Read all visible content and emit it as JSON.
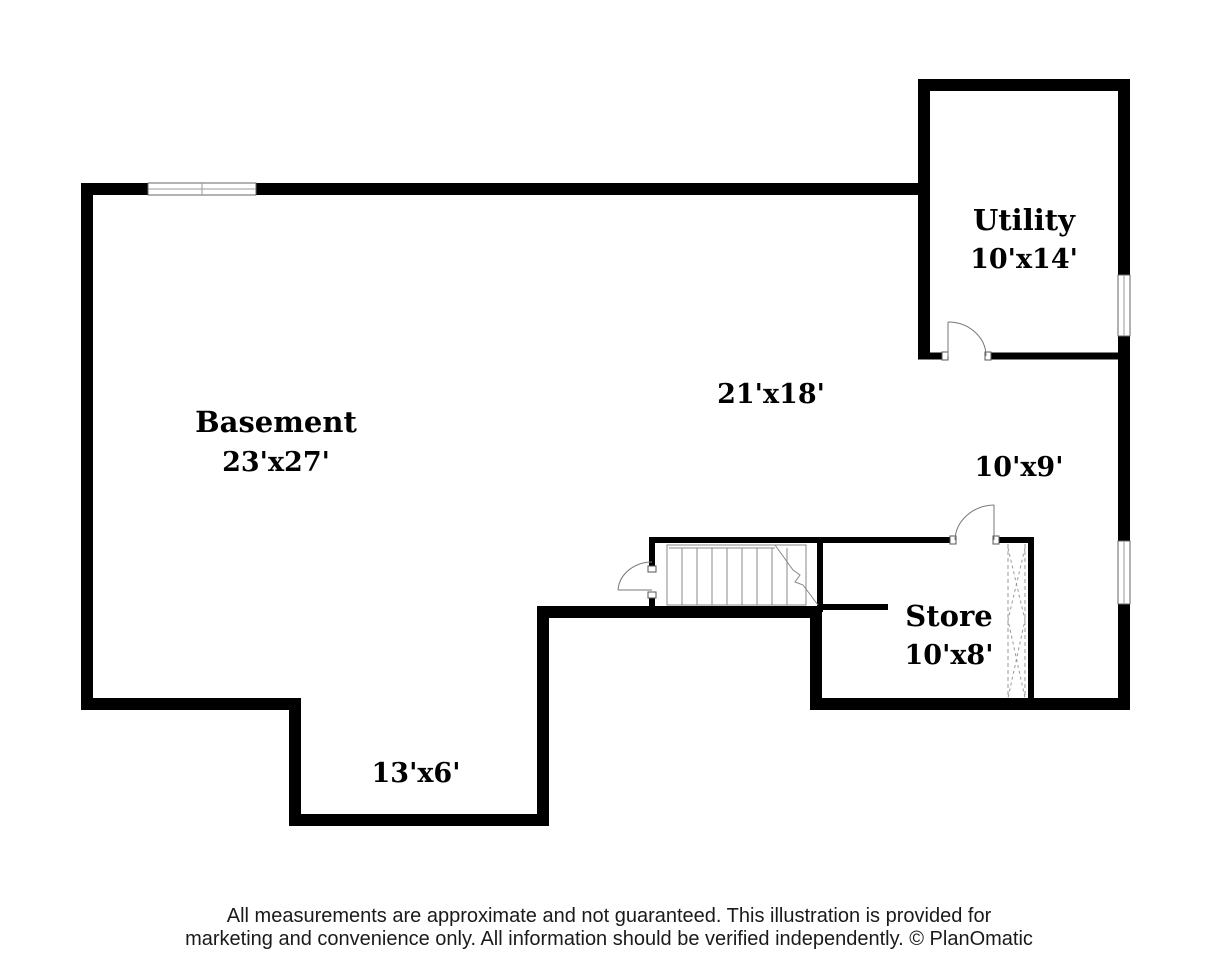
{
  "rooms": [
    {
      "name": "Utility",
      "dimensions": "10'x14'"
    },
    {
      "name": "Basement",
      "dimensions": "23'x27'"
    },
    {
      "name": "",
      "dimensions": "21'x18'"
    },
    {
      "name": "",
      "dimensions": "10'x9'"
    },
    {
      "name": "Store",
      "dimensions": "10'x8'"
    },
    {
      "name": "",
      "dimensions": "13'x6'"
    }
  ],
  "disclaimer": {
    "line1": "All measurements are approximate and not guaranteed. This illustration is provided for",
    "line2": "marketing and convenience only. All information should be verified independently. © PlanOmatic"
  },
  "colors": {
    "wall": "#000000",
    "background": "#ffffff",
    "fixture": "#888888"
  }
}
